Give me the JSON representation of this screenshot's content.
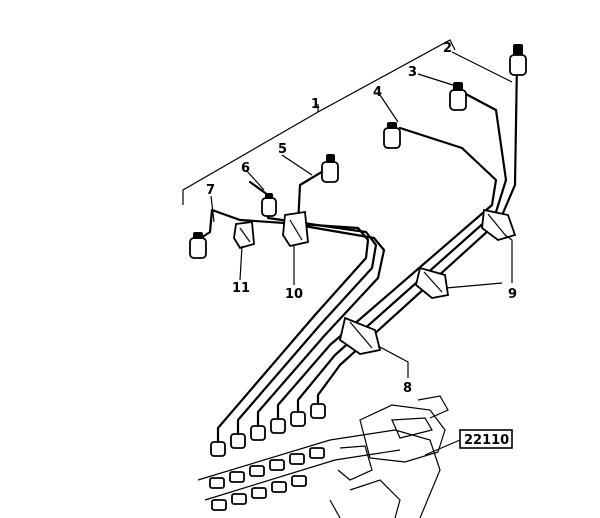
{
  "callouts": {
    "c1": "1",
    "c2": "2",
    "c3": "3",
    "c4": "4",
    "c5": "5",
    "c6": "6",
    "c7": "7",
    "c8": "8",
    "c9": "9",
    "c10": "10",
    "c11": "11"
  },
  "reference": "22110"
}
